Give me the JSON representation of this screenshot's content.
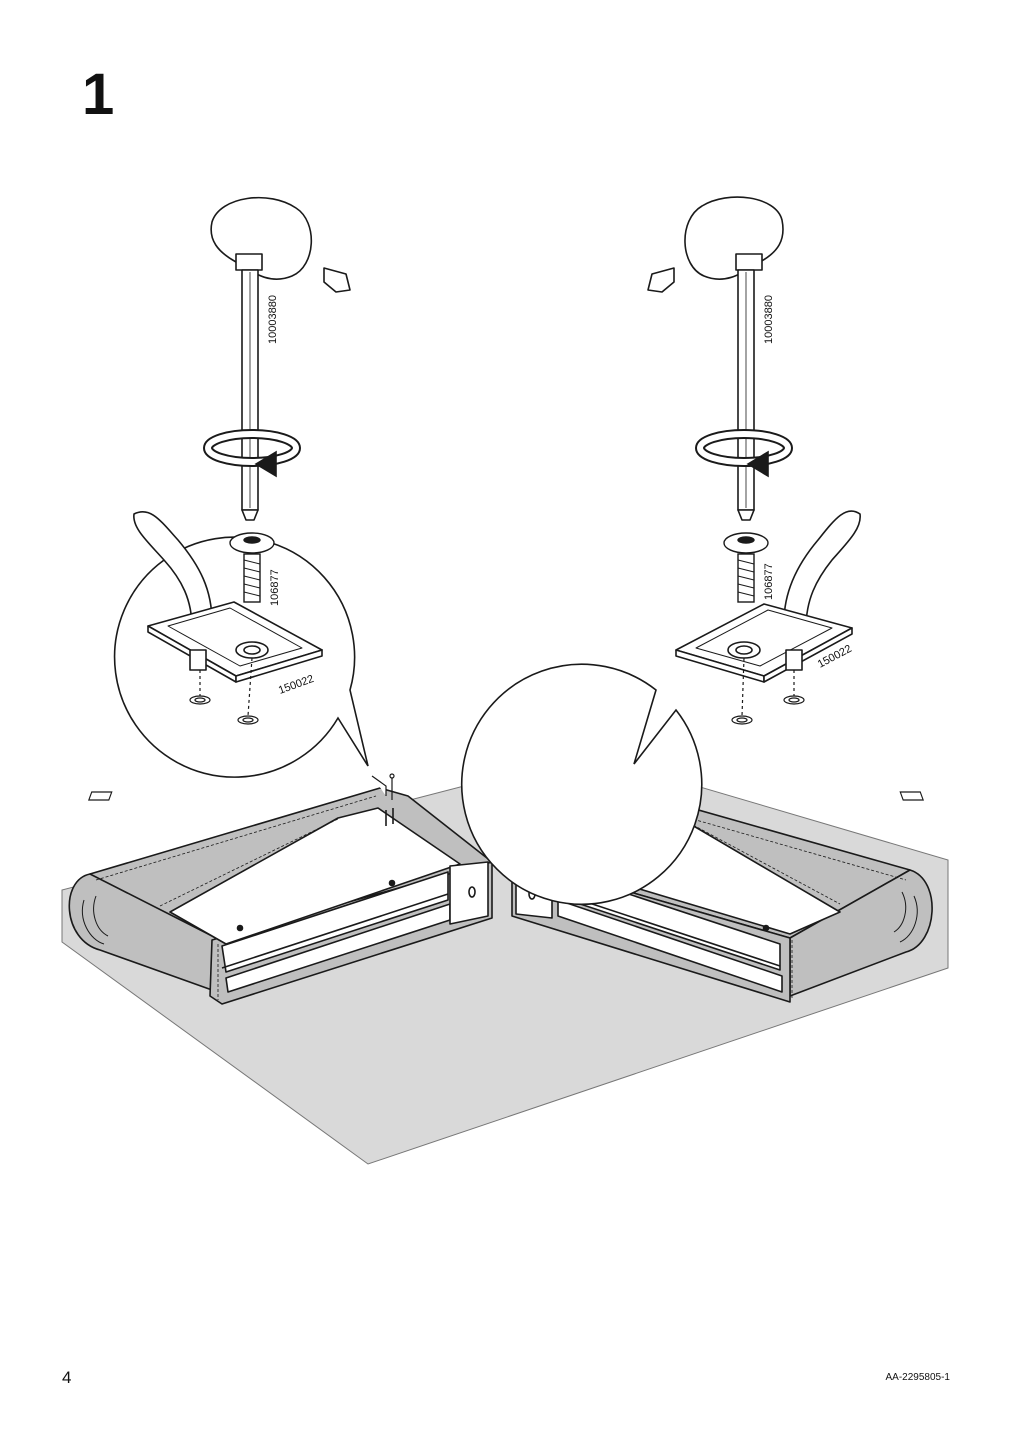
{
  "step": {
    "number": "1"
  },
  "parts": {
    "hex_key_left": "10003880",
    "hex_key_right": "10003880",
    "screw_left": "106877",
    "screw_right": "106877",
    "bracket_left": "150022",
    "bracket_right": "150022"
  },
  "footer": {
    "page_number": "4",
    "doc_code": "AA-2295805-1"
  },
  "colors": {
    "floor": "#d9d9d9",
    "fabric": "#bfbfbf",
    "line": "#1a1a1a",
    "white": "#ffffff"
  },
  "icons": [
    "hex-key-icon",
    "rotation-arrow-icon",
    "screw-icon",
    "bracket-icon",
    "sofa-module-icon"
  ]
}
